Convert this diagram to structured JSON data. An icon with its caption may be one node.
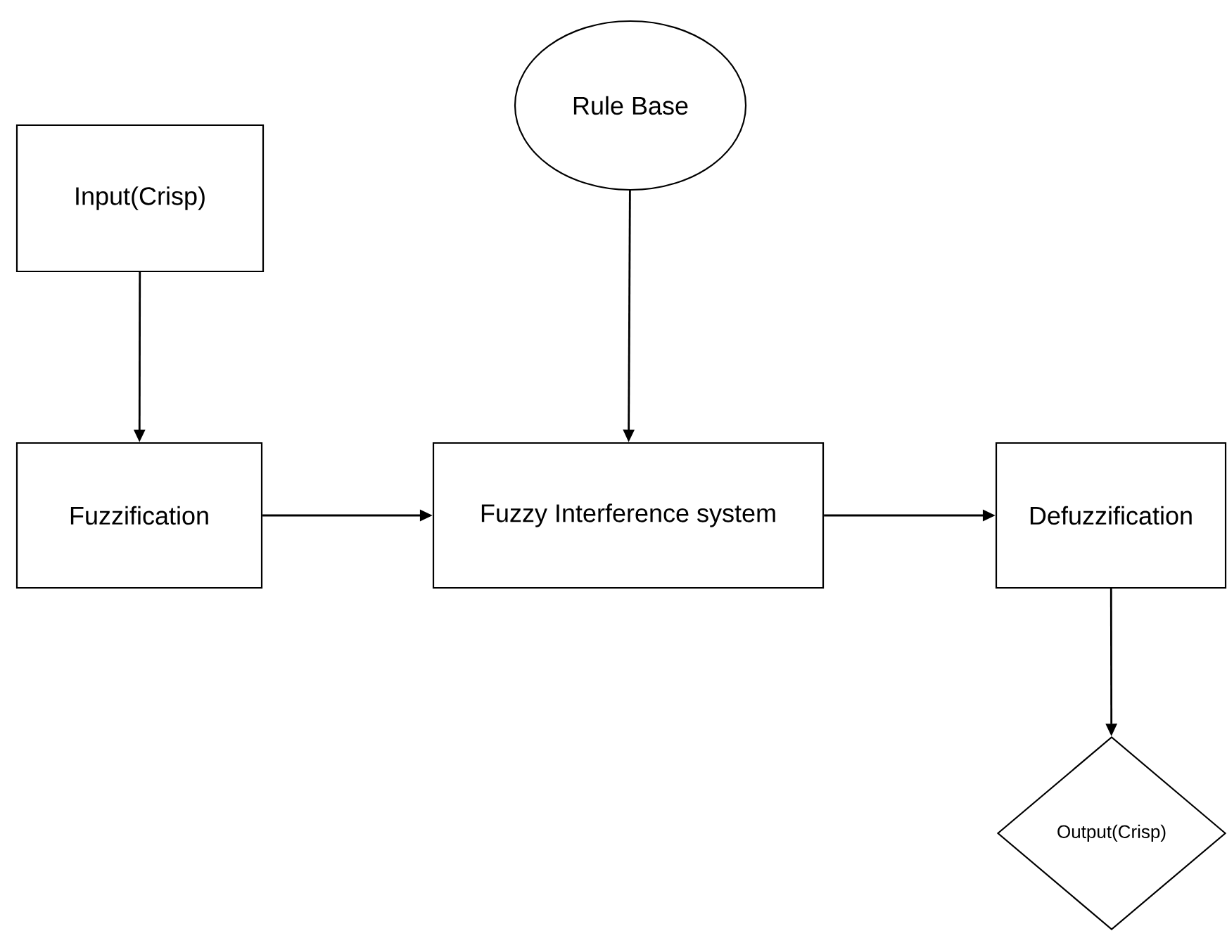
{
  "diagram": {
    "nodes": [
      {
        "text": [
          "Input(Crisp)"
        ]
      },
      {
        "text": [
          "Rule Base"
        ]
      },
      {
        "text": [
          "Fuzzification"
        ]
      },
      {
        "text": [
          "Fuzzy Interference system"
        ]
      },
      {
        "text": [
          "Defuzzification"
        ]
      },
      {
        "text": [
          "Output(Crisp)"
        ]
      }
    ],
    "edges": [
      {
        "from": 0,
        "to": 2,
        "arrow": "to"
      },
      {
        "from": 1,
        "to": 3,
        "arrow": "to"
      },
      {
        "from": 2,
        "to": 3,
        "arrow": "to"
      },
      {
        "from": 3,
        "to": 4,
        "arrow": "to"
      },
      {
        "from": 4,
        "to": 5,
        "arrow": "to"
      }
    ]
  }
}
